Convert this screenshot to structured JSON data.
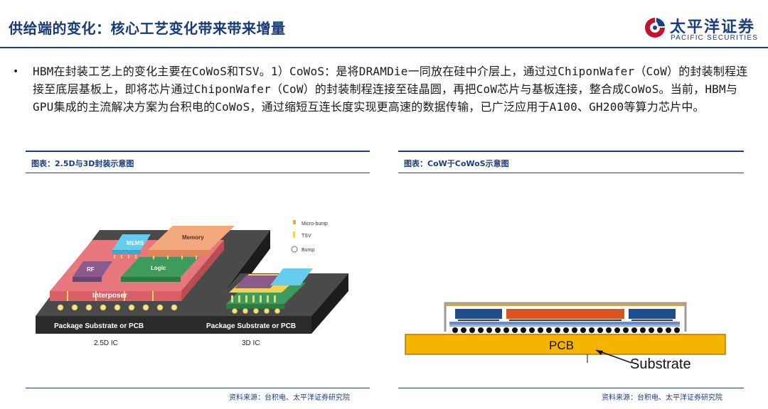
{
  "header": {
    "title": "供给端的变化：核心工艺变化带来带来增量",
    "logo_cn": "太平洋证券",
    "logo_en": "PACIFIC SECURITIES",
    "accent_color": "#1a3e82"
  },
  "body": {
    "bullet_text": "HBM在封装工艺上的变化主要在CoWoS和TSV。1）CoWoS：是将DRAMDie一同放在硅中介层上，通过过ChiponWafer（CoW）的封装制程连接至底层基板上，即将芯片通过ChiponWafer（CoW）的封装制程连接至硅晶圆，再把CoW芯片与基板连接，整合成CoWoS。当前，HBM与GPU集成的主流解决方案为台积电的CoWoS，通过缩短互连长度实现更高速的数据传输，已广泛应用于A100、GH200等算力芯片中。"
  },
  "figure_left": {
    "caption": "图表：2.5D与3D封装示意图",
    "source": "资料来源：台积电、太平洋证券研究院",
    "labels": {
      "mems": "MEMS",
      "memory": "Memory",
      "rf": "RF",
      "logic": "Logic",
      "interposer": "Interposer",
      "substrate_left": "Package Substrate or PCB",
      "substrate_right": "Package Substrate or PCB",
      "ic_25d": "2.5D IC",
      "ic_3d": "3D IC",
      "legend_microbump": "Micro-bump",
      "legend_tsv": "TSV",
      "legend_bump": "Bump"
    }
  },
  "figure_right": {
    "caption": "图表：CoW于CoWoS示意图",
    "source": "资料来源：台积电、太平洋证券研究院",
    "labels": {
      "pcb": "PCB",
      "substrate": "Substrate"
    }
  }
}
